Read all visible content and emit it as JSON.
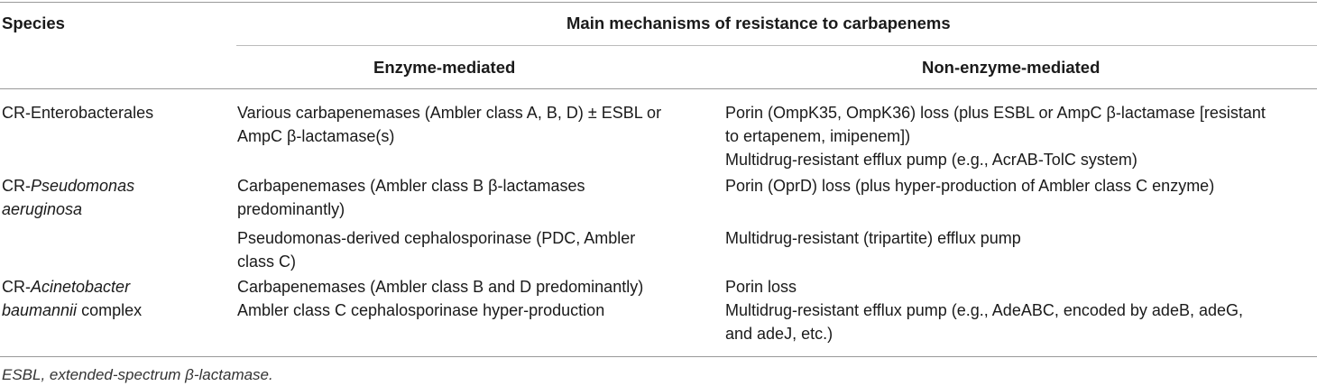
{
  "table": {
    "header": {
      "species": "Species",
      "main": "Main mechanisms of resistance to carbapenems",
      "enzyme": "Enzyme-mediated",
      "nonenzyme": "Non-enzyme-mediated"
    },
    "rows": [
      {
        "species_lines": [
          [
            "CR-Enterobacterales",
            ""
          ]
        ],
        "enzyme_lines": [
          "Various carbapenemases (Ambler class A, B, D) ± ESBL or",
          "AmpC β-lactamase(s)"
        ],
        "nonenzyme_lines": [
          "Porin (OmpK35, OmpK36) loss (plus ESBL or AmpC β-lactamase [resistant",
          "to ertapenem, imipenem])",
          "Multidrug-resistant efflux pump (e.g., AcrAB-TolC system)"
        ]
      },
      {
        "species_lines": [
          [
            "CR-",
            "Pseudomonas"
          ],
          [
            "",
            "aeruginosa"
          ]
        ],
        "enzyme_lines": [
          "Carbapenemases (Ambler class B β-lactamases",
          "predominantly)",
          "Pseudomonas-derived cephalosporinase (PDC, Ambler",
          "class C)"
        ],
        "nonenzyme_lines": [
          "Porin (OprD) loss (plus hyper-production of Ambler class C enzyme)",
          "Multidrug-resistant (tripartite) efflux pump"
        ]
      },
      {
        "species_lines": [
          [
            "CR-",
            "Acinetobacter"
          ],
          [
            "",
            "baumannii"
          ]
        ],
        "species_suffix": " complex",
        "enzyme_lines": [
          "Carbapenemases (Ambler class B and D predominantly)",
          "Ambler class C cephalosporinase hyper-production"
        ],
        "nonenzyme_lines": [
          "Porin loss",
          "Multidrug-resistant efflux pump (e.g., AdeABC, encoded by adeB, adeG,",
          "and adeJ, etc.)"
        ]
      }
    ],
    "footnote": "ESBL, extended-spectrum β-lactamase."
  }
}
